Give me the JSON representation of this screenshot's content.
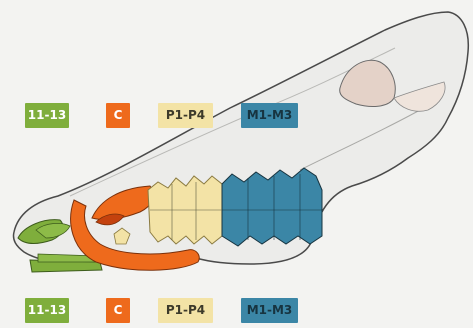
{
  "labels": {
    "incisors": "11-13",
    "canine": "C",
    "premolars": "P1-P4",
    "molars": "M1-M3"
  },
  "colors": {
    "background": "#f3f3f1",
    "skull_fill": "#ececea",
    "skull_outline": "#4a4a4a",
    "incisors": "#7fae3c",
    "canine": "#ee6a1c",
    "premolars": "#f3e3a6",
    "molars": "#3b86a6",
    "orbit": "#e4d2c8"
  }
}
